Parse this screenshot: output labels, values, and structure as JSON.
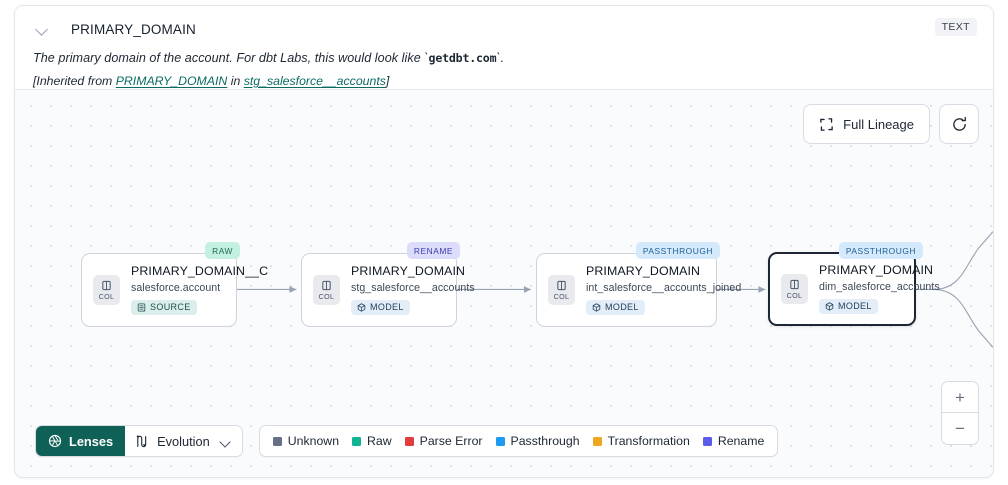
{
  "header": {
    "chevron_icon": "chevron-down-icon",
    "title": "PRIMARY_DOMAIN",
    "type_badge": "TEXT",
    "description_pre": "The primary domain of the account. For dbt Labs, this would look like `",
    "description_code": "getdbt.com",
    "description_post": "`.",
    "inherited_prefix": "[Inherited from ",
    "inherited_link_1": "PRIMARY_DOMAIN",
    "inherited_mid": " in ",
    "inherited_link_2": "stg_salesforce__accounts",
    "inherited_suffix": "]"
  },
  "canvas": {
    "full_lineage_label": "Full Lineage",
    "full_lineage_icon": "expand-frame-icon",
    "refresh_icon": "refresh-icon",
    "zoom_in_label": "+",
    "zoom_out_label": "−"
  },
  "nodes": [
    {
      "badge": "RAW",
      "badge_class": "b-raw",
      "chip_icon": "column-icon",
      "chip_label": "COL",
      "title": "PRIMARY_DOMAIN__C",
      "subtitle": "salesforce.account",
      "kind": "SOURCE",
      "kind_icon": "database-icon",
      "kind_class": "kind-source",
      "selected": false
    },
    {
      "badge": "RENAME",
      "badge_class": "b-ren",
      "chip_icon": "column-icon",
      "chip_label": "COL",
      "title": "PRIMARY_DOMAIN",
      "subtitle": "stg_salesforce__accounts",
      "kind": "MODEL",
      "kind_icon": "cube-icon",
      "kind_class": "kind-model",
      "selected": false
    },
    {
      "badge": "PASSTHROUGH",
      "badge_class": "b-pass",
      "chip_icon": "column-icon",
      "chip_label": "COL",
      "title": "PRIMARY_DOMAIN",
      "subtitle": "int_salesforce__accounts_joined",
      "kind": "MODEL",
      "kind_icon": "cube-icon",
      "kind_class": "kind-model",
      "selected": false
    },
    {
      "badge": "PASSTHROUGH",
      "badge_class": "b-pass",
      "chip_icon": "column-icon",
      "chip_label": "COL",
      "title": "PRIMARY_DOMAIN",
      "subtitle": "dim_salesforce_accounts",
      "kind": "MODEL",
      "kind_icon": "cube-icon",
      "kind_class": "kind-model",
      "selected": true
    }
  ],
  "toolbar": {
    "lenses_label": "Lenses",
    "lenses_icon": "aperture-icon",
    "evolution_label": "Evolution",
    "evolution_icon": "evolution-path-icon",
    "evolution_chevron": "chevron-down-icon",
    "legend": [
      {
        "label": "Unknown",
        "color": "#667085"
      },
      {
        "label": "Raw",
        "color": "#10b392"
      },
      {
        "label": "Parse Error",
        "color": "#e03c3c"
      },
      {
        "label": "Passthrough",
        "color": "#1d9bf0"
      },
      {
        "label": "Transformation",
        "color": "#f0a720"
      },
      {
        "label": "Rename",
        "color": "#5b5bec"
      }
    ]
  }
}
